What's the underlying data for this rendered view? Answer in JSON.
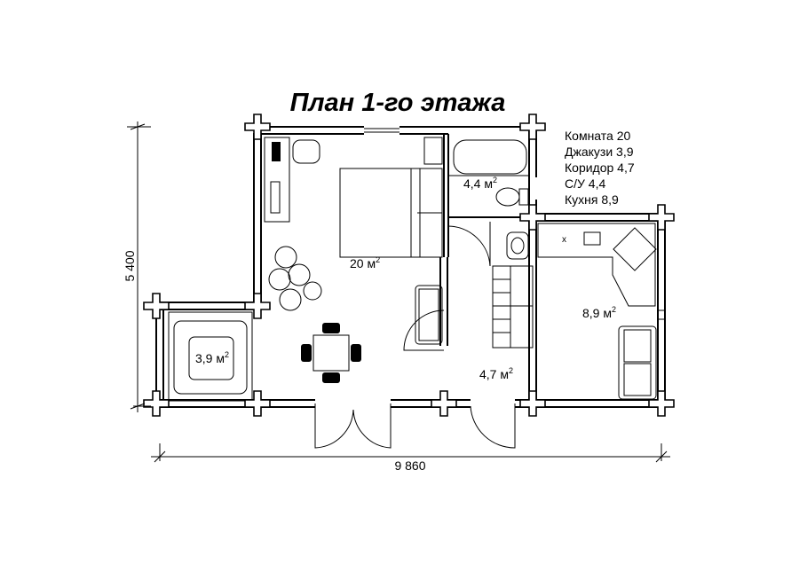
{
  "title": "План 1-го этажа",
  "dimensions": {
    "height": "5 400",
    "width": "9 860"
  },
  "rooms": {
    "bedroom": {
      "area": "20 м",
      "sup": "2"
    },
    "jacuzzi": {
      "area": "3,9 м",
      "sup": "2"
    },
    "bathroom": {
      "area": "4,4 м",
      "sup": "2"
    },
    "corridor": {
      "area": "4,7 м",
      "sup": "2"
    },
    "kitchen": {
      "area": "8,9 м",
      "sup": "2"
    }
  },
  "legend": [
    "Комната 20",
    "Джакузи 3,9",
    "Коридор 4,7",
    "С/У 4,4",
    "Кухня 8,9"
  ],
  "stove_mark": "x"
}
